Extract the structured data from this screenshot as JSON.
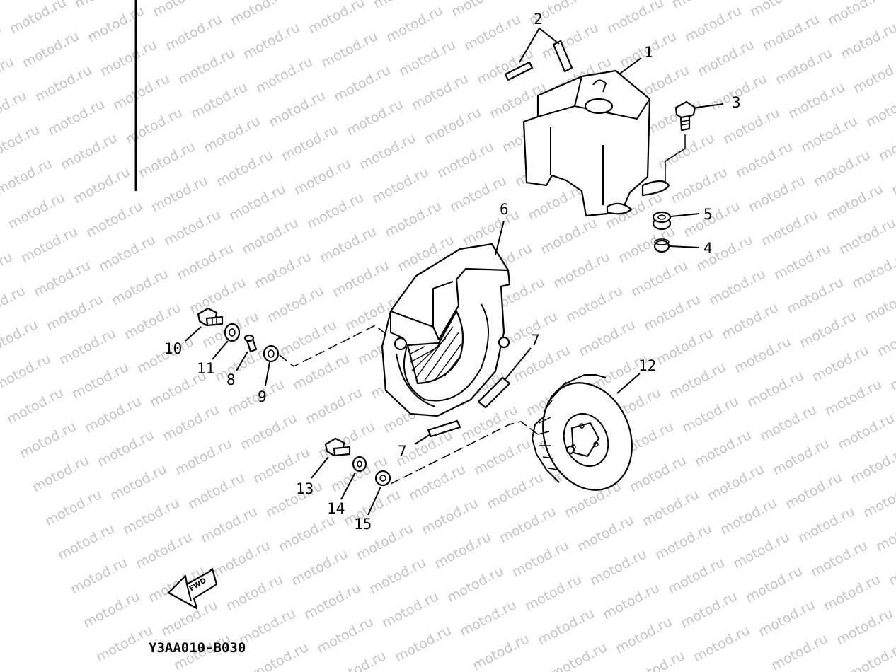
{
  "watermark": {
    "text": "motod.ru"
  },
  "diagram_code": "Y3AA010-B030",
  "fwd_label": "FWD",
  "callouts": [
    "1",
    "2",
    "3",
    "4",
    "5",
    "6",
    "7",
    "7",
    "8",
    "9",
    "10",
    "11",
    "12",
    "13",
    "14",
    "15"
  ]
}
